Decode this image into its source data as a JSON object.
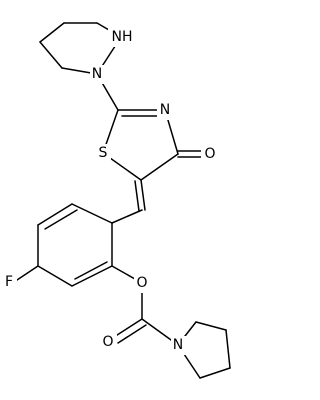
{
  "structure": {
    "kind": "chemical structure",
    "atoms": {
      "nh": "NH",
      "n_ring": "N",
      "n_thiazole": "N",
      "s": "S",
      "o_ketone": "O",
      "f": "F",
      "o_ester": "O",
      "o_carbonyl": "O",
      "n_pyrrolidine": "N"
    }
  }
}
